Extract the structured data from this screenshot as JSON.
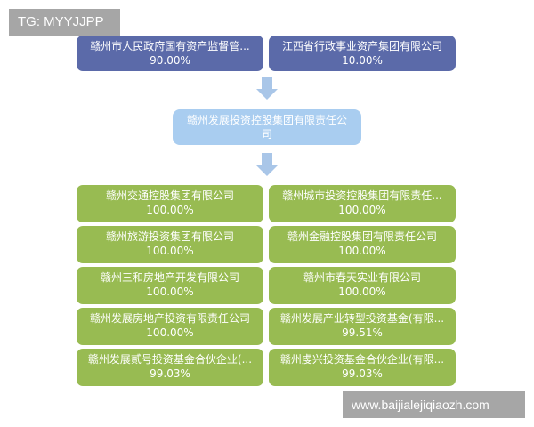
{
  "watermark_top": "TG: MYYJJPP",
  "watermark_bottom": "www.baijialejiqiaozh.com",
  "colors": {
    "shareholder": "#5b6aa9",
    "holding": "#a9cdf0",
    "subsidiary": "#98bb52",
    "arrow": "#a9c6e8"
  },
  "shareholders": [
    {
      "name": "赣州市人民政府国有资产监督管...",
      "share": "90.00%"
    },
    {
      "name": "江西省行政事业资产集团有限公司",
      "share": "10.00%"
    }
  ],
  "holding_company": {
    "line1": "赣州发展投资控股集团有限责任公",
    "line2": "司"
  },
  "subsidiaries": [
    {
      "name": "赣州交通控股集团有限公司",
      "share": "100.00%"
    },
    {
      "name": "赣州城市投资控股集团有限责任...",
      "share": "100.00%"
    },
    {
      "name": "赣州旅游投资集团有限公司",
      "share": "100.00%"
    },
    {
      "name": "赣州金融控股集团有限责任公司",
      "share": "100.00%"
    },
    {
      "name": "赣州三和房地产开发有限公司",
      "share": "100.00%"
    },
    {
      "name": "赣州市春天实业有限公司",
      "share": "100.00%"
    },
    {
      "name": "赣州发展房地产投资有限责任公司",
      "share": "100.00%"
    },
    {
      "name": "赣州发展产业转型投资基金(有限...",
      "share": "99.51%"
    },
    {
      "name": "赣州发展贰号投资基金合伙企业(...",
      "share": "99.03%"
    },
    {
      "name": "赣州虔兴投资基金合伙企业(有限...",
      "share": "99.03%"
    }
  ]
}
